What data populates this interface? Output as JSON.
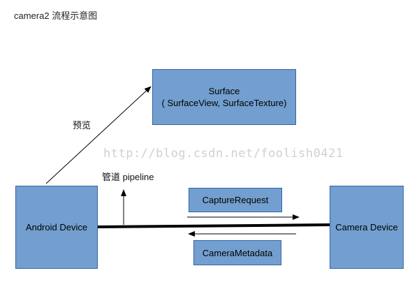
{
  "title": "camera2 流程示意图",
  "watermark": "http://blog.csdn.net/foolish0421",
  "boxes": {
    "surface_line1": "Surface",
    "surface_line2": "( SurfaceView, SurfaceTexture)",
    "android_device": "Android Device",
    "camera_device": "Camera Device",
    "capture_request": "CaptureRequest",
    "camera_metadata": "CameraMetadata"
  },
  "labels": {
    "preview": "预览",
    "pipeline": "管道 pipeline"
  },
  "colors": {
    "box_fill": "#729fcf",
    "box_border": "#3465a4",
    "line": "#000000"
  }
}
